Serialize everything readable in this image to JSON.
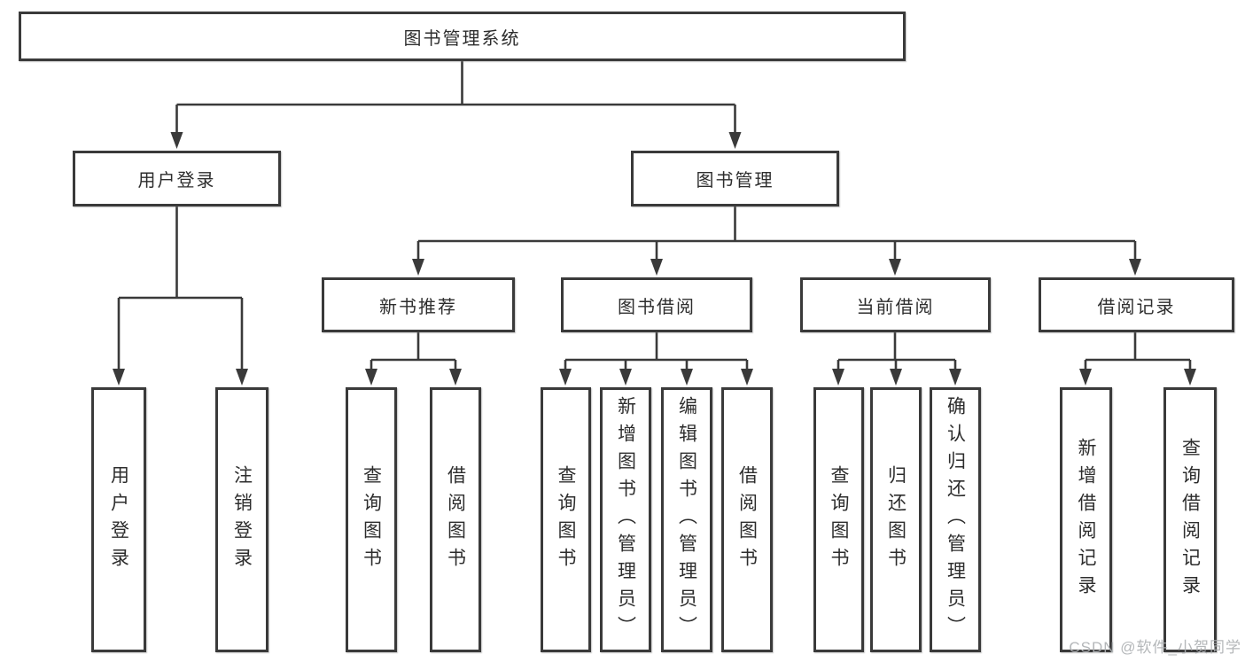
{
  "tree": {
    "root": "图书管理系统",
    "level2": [
      "用户登录",
      "图书管理"
    ],
    "level3": [
      "新书推荐",
      "图书借阅",
      "当前借阅",
      "借阅记录"
    ],
    "leaves": {
      "user_login": [
        "用户登录",
        "注销登录"
      ],
      "new_book_recommend": [
        "查询图书",
        "借阅图书"
      ],
      "book_borrow": [
        "查询图书",
        "新增图书（管理员）",
        "编辑图书（管理员）",
        "借阅图书"
      ],
      "current_borrow": [
        "查询图书",
        "归还图书",
        "确认归还（管理员）"
      ],
      "borrow_records": [
        "新增借阅记录",
        "查询借阅记录"
      ]
    }
  },
  "watermark": "CSDN @软件_小贺同学",
  "colors": {
    "line": "#3a3a3a",
    "box_border": "#3a3a3a",
    "text": "#2d2d2d",
    "watermark": "#aeb1b4",
    "background": "#ffffff"
  }
}
